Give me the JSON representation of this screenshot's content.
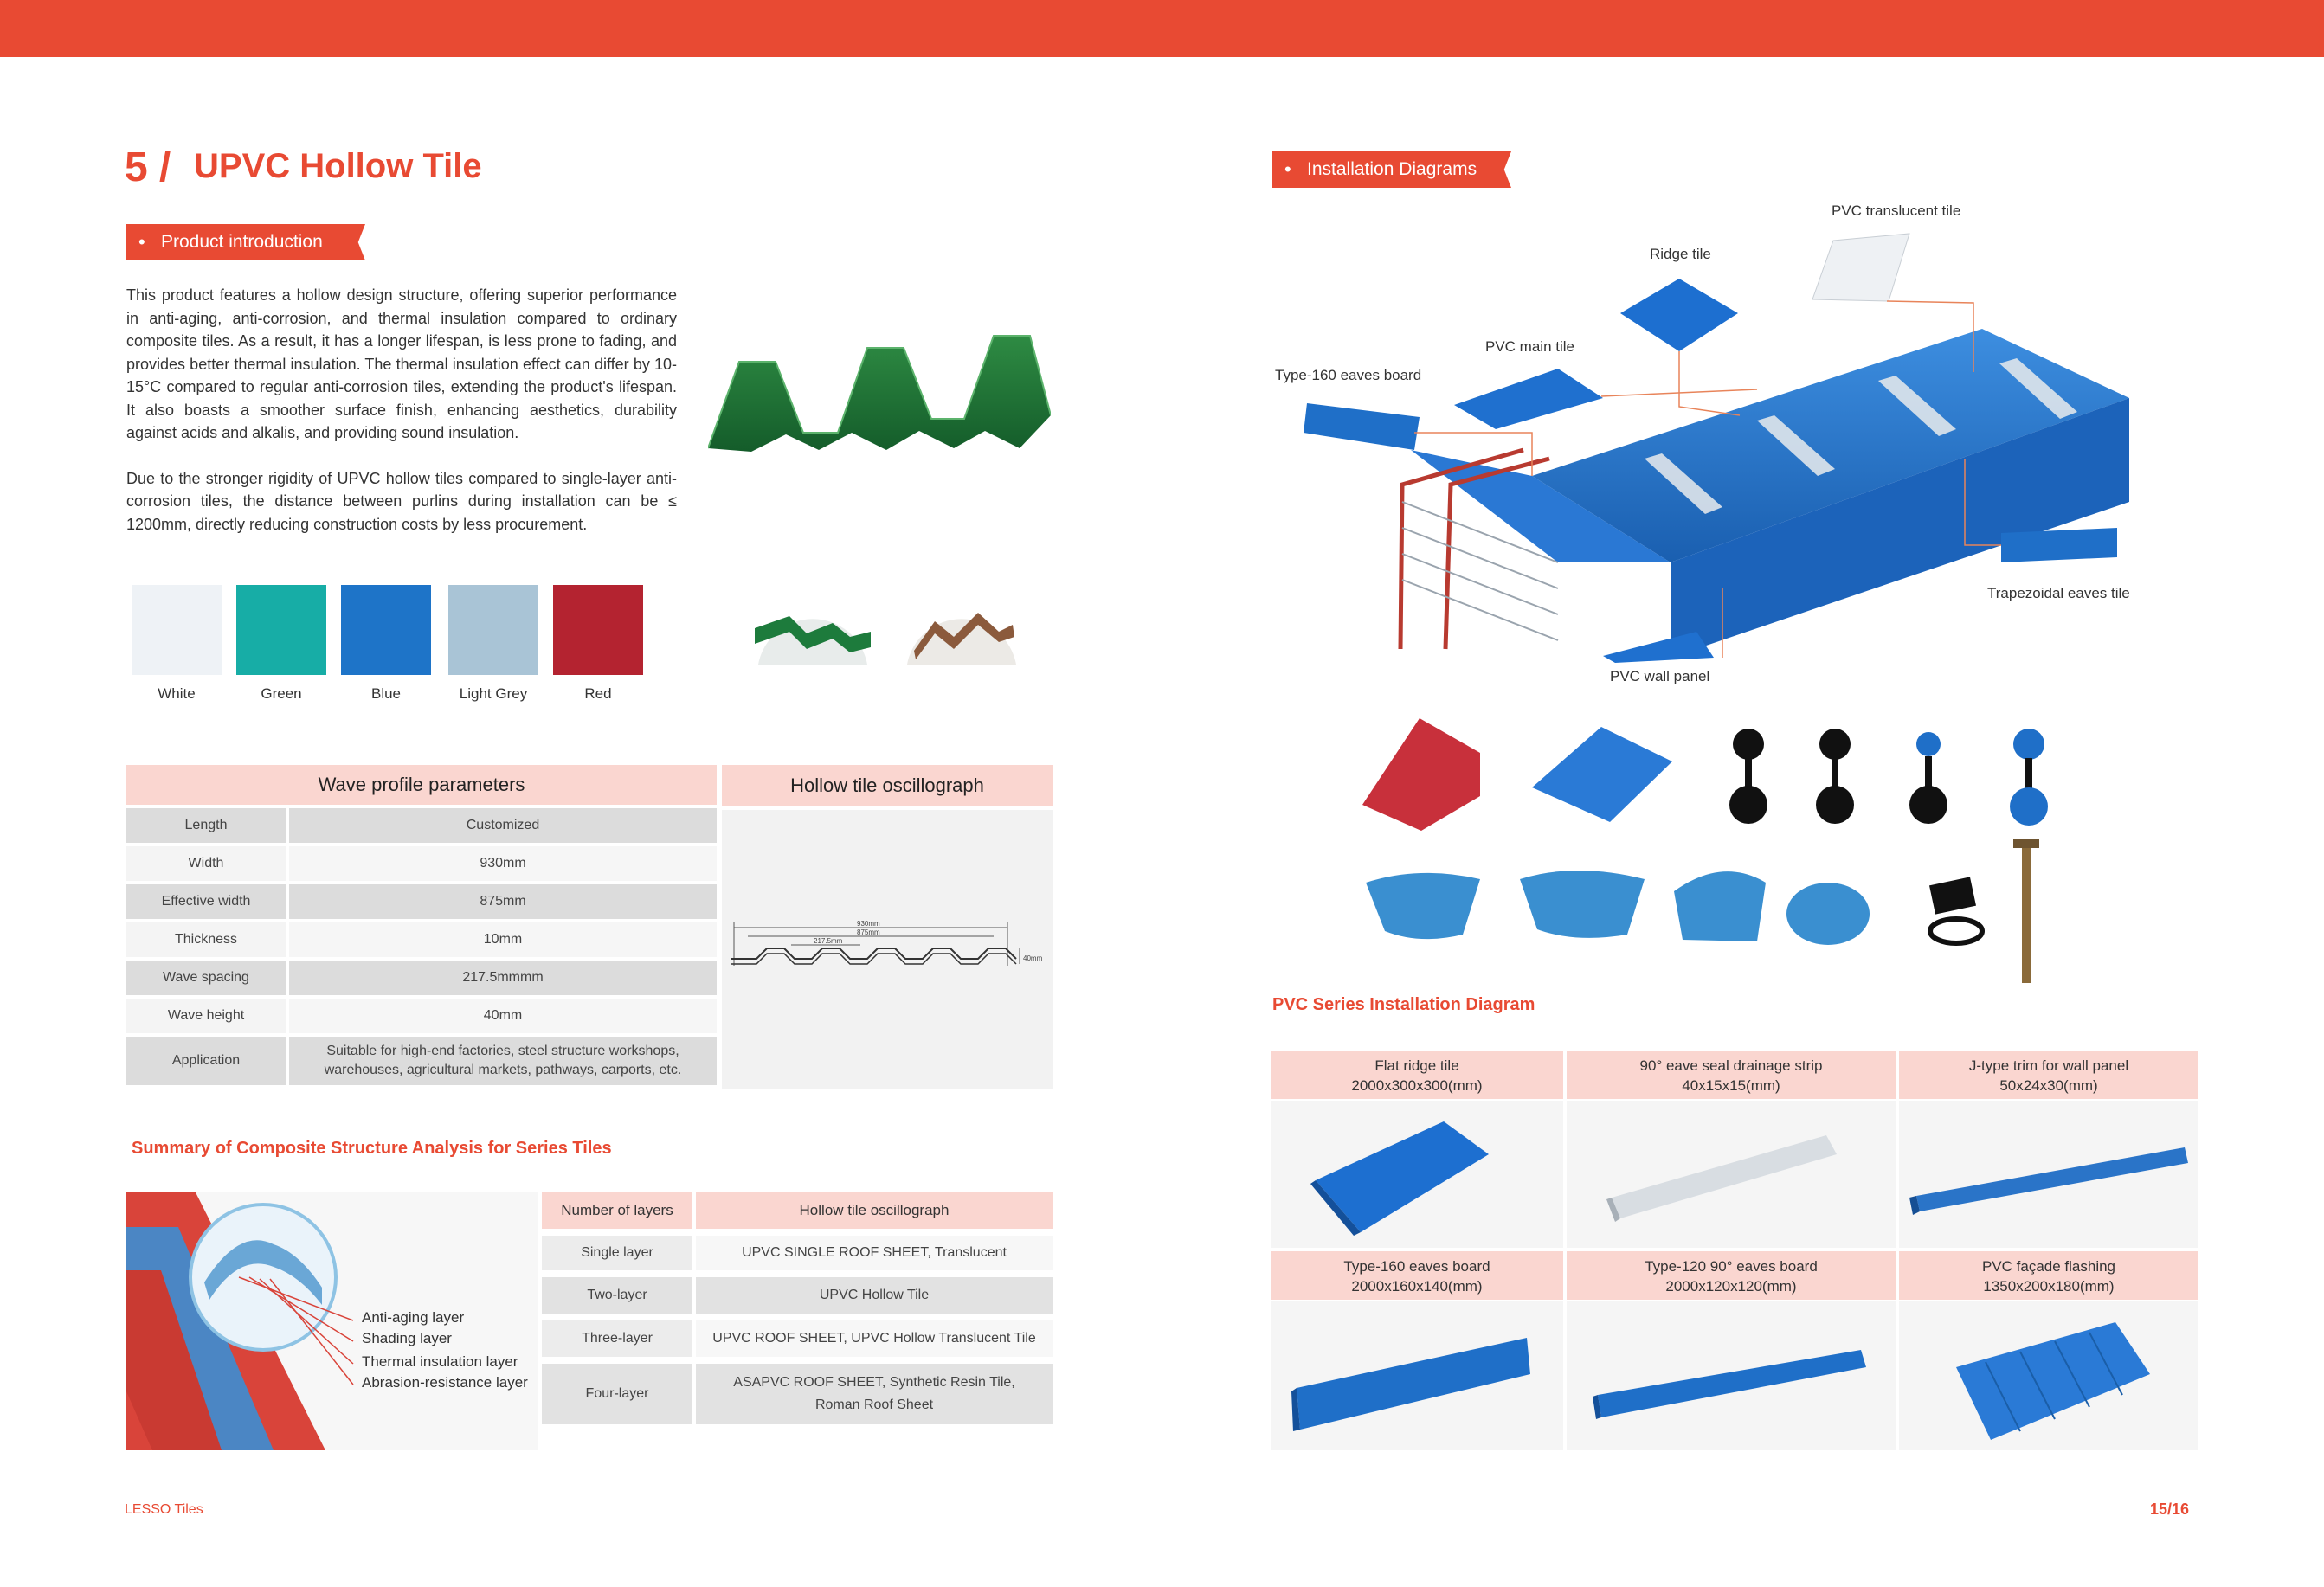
{
  "header": {
    "section_number": "5 /",
    "section_title": "UPVC Hollow Tile"
  },
  "intro": {
    "tag": "Product introduction",
    "paragraph1": "This product features a hollow design structure, offering superior performance in anti-aging, anti-corrosion, and thermal insulation compared to ordinary composite tiles. As a result, it has a longer lifespan, is less prone to fading, and provides better thermal insulation. The thermal insulation effect can differ by 10-15°C compared to regular anti-corrosion tiles, extending the product's lifespan. It also boasts a smoother surface finish, enhancing aesthetics, durability against acids and alkalis, and providing sound insulation.",
    "paragraph2": "Due to the stronger rigidity of UPVC hollow tiles compared to single-layer anti-corrosion tiles, the distance between purlins during installation can be ≤ 1200mm, directly reducing construction costs by less procurement."
  },
  "colors": [
    {
      "label": "White",
      "hex": "#eef2f6"
    },
    {
      "label": "Green",
      "hex": "#17ada6"
    },
    {
      "label": "Blue",
      "hex": "#1e74c8"
    },
    {
      "label": "Light Grey",
      "hex": "#a9c4d6"
    },
    {
      "label": "Red",
      "hex": "#b42330"
    }
  ],
  "wave_table": {
    "header": "Wave profile parameters",
    "rows": [
      {
        "key": "Length",
        "value": "Customized"
      },
      {
        "key": "Width",
        "value": "930mm"
      },
      {
        "key": "Effective width",
        "value": "875mm"
      },
      {
        "key": "Thickness",
        "value": "10mm"
      },
      {
        "key": "Wave spacing",
        "value": "217.5mmmm"
      },
      {
        "key": "Wave height",
        "value": "40mm"
      },
      {
        "key": "Application",
        "value": "Suitable for high-end factories, steel structure workshops, warehouses, agricultural markets, pathways, carports, etc."
      }
    ]
  },
  "oscillograph": {
    "header": "Hollow tile oscillograph",
    "dims": [
      "930mm",
      "875mm",
      "217.5mm",
      "40mm"
    ]
  },
  "summary": {
    "title": "Summary of Composite Structure Analysis for Series Tiles",
    "layers_callout": [
      "Anti-aging layer",
      "Shading layer",
      "Thermal insulation layer",
      "Abrasion-resistance layer"
    ],
    "table_headers": [
      "Number of layers",
      "Hollow tile oscillograph"
    ],
    "rows": [
      {
        "key": "Single layer",
        "value": "UPVC SINGLE ROOF SHEET, Translucent"
      },
      {
        "key": "Two-layer",
        "value": "UPVC Hollow Tile"
      },
      {
        "key": "Three-layer",
        "value": "UPVC ROOF SHEET, UPVC Hollow Translucent Tile"
      },
      {
        "key": "Four-layer",
        "value": "ASAPVC ROOF SHEET,  Synthetic Resin Tile, Roman Roof Sheet"
      }
    ]
  },
  "installation": {
    "tag": "Installation Diagrams",
    "labels": {
      "translucent": "PVC translucent tile",
      "ridge": "Ridge tile",
      "main": "PVC main tile",
      "eaves160": "Type-160 eaves board",
      "trapezoidal": "Trapezoidal eaves tile",
      "wall": "PVC wall panel"
    }
  },
  "pvc_series": {
    "title": "PVC Series Installation Diagram",
    "items": [
      {
        "name": "Flat ridge tile",
        "size": "2000x300x300(mm)"
      },
      {
        "name": "90° eave seal drainage strip",
        "size": "40x15x15(mm)"
      },
      {
        "name": "J-type trim for wall panel",
        "size": "50x24x30(mm)"
      },
      {
        "name": "Type-160 eaves board",
        "size": "2000x160x140(mm)"
      },
      {
        "name": "Type-120 90° eaves board",
        "size": "2000x120x120(mm)"
      },
      {
        "name": "PVC façade flashing",
        "size": "1350x200x180(mm)"
      }
    ]
  },
  "footer": {
    "brand": "LESSO Tiles",
    "page": "15/16"
  }
}
